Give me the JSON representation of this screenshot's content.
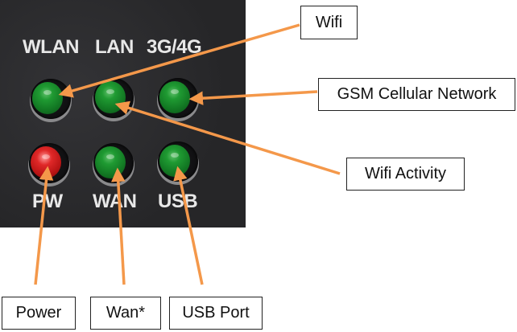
{
  "panel": {
    "top_labels": [
      "WLAN",
      "LAN",
      "3G/4G"
    ],
    "bottom_labels": [
      "PW",
      "WAN",
      "USB"
    ],
    "leds": [
      {
        "id": "wlan",
        "color": "green"
      },
      {
        "id": "lan",
        "color": "green"
      },
      {
        "id": "3g4g",
        "color": "green"
      },
      {
        "id": "pw",
        "color": "red"
      },
      {
        "id": "wan",
        "color": "green"
      },
      {
        "id": "usb",
        "color": "green"
      }
    ]
  },
  "callouts": {
    "wifi": "Wifi",
    "gsm": "GSM Cellular Network",
    "wifi_activity": "Wifi Activity",
    "power": "Power",
    "wan": "Wan*",
    "usb_port": "USB Port"
  },
  "colors": {
    "arrow": "#f4984a",
    "led_green": "#1f9a32",
    "led_red": "#e02828",
    "panel": "#2b2b2d"
  }
}
